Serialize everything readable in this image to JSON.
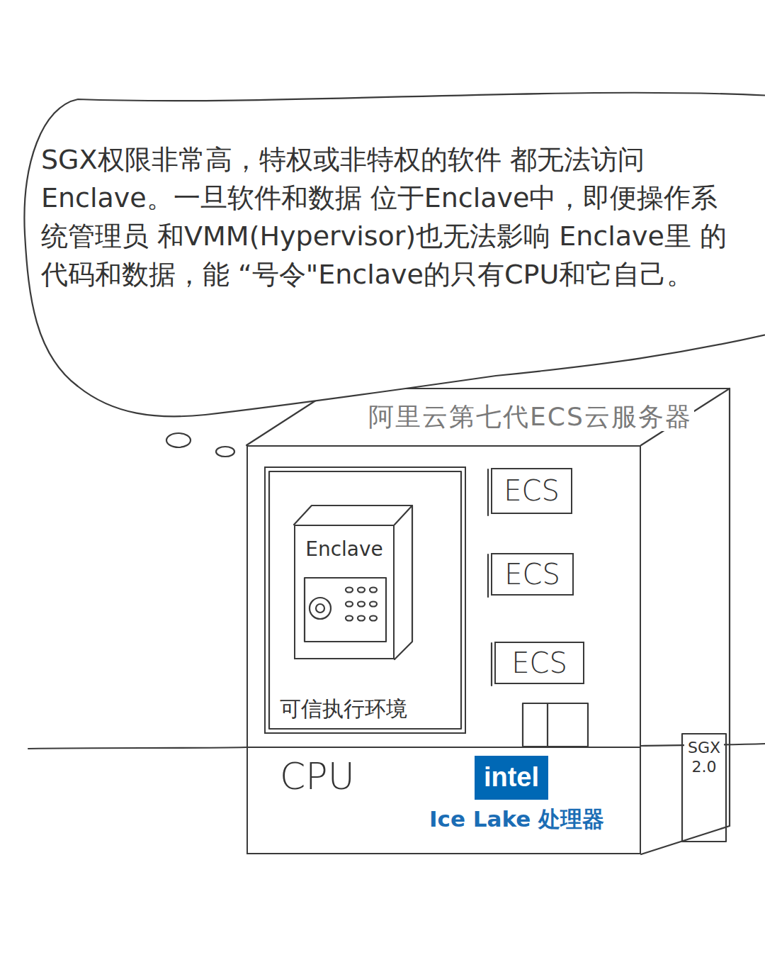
{
  "diagram": {
    "nodes": [
      {
        "text": [
          "SGX权限非常高，特权或非特权的软件 都无法访问Enclave。一旦软件和数据 位于Enclave中，即便操作系统管理员 和VMM(Hypervisor)也无法影响 Enclave里 的代码和数据，能 “号令\"Enclave的只有CPU和它自己。"
        ]
      },
      {
        "text": [
          "阿里云第七代ECS云服务器"
        ]
      },
      {
        "text": [
          "可信执行环境"
        ],
        "in": 1
      },
      {
        "text": [
          "Enclave"
        ],
        "in": 2
      },
      {
        "text": [
          "ECS"
        ],
        "in": 1
      },
      {
        "text": [
          "ECS"
        ],
        "in": 1
      },
      {
        "text": [
          "ECS"
        ],
        "in": 1
      },
      {
        "text": [
          "CPU",
          "Ice Lake 处理器"
        ],
        "in": 1
      },
      {
        "text": [
          "intel"
        ],
        "in": 7
      }
    ],
    "edges": [],
    "labels": [
      "SGX 2.0"
    ]
  }
}
